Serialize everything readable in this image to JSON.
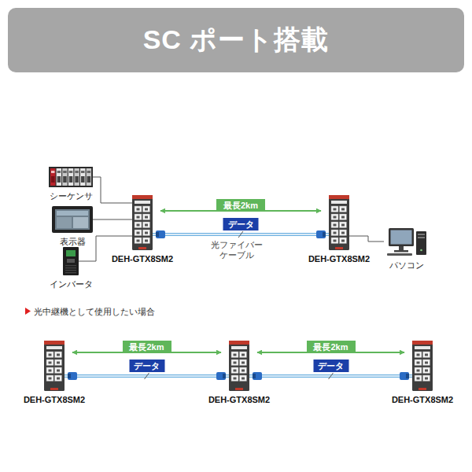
{
  "diagram": {
    "title": "SC ポート搭載",
    "nodes": [
      {
        "text": [
          "シーケンサ"
        ]
      },
      {
        "text": [
          "表示器"
        ]
      },
      {
        "text": [
          "インバータ"
        ]
      },
      {
        "text": [
          "DEH-GTX8SM2"
        ]
      },
      {
        "text": [
          "DEH-GTX8SM2"
        ]
      },
      {
        "text": [
          "パソコン"
        ]
      },
      {
        "text": [
          "DEH-GTX8SM2"
        ]
      },
      {
        "text": [
          "DEH-GTX8SM2"
        ]
      },
      {
        "text": [
          "DEH-GTX8SM2"
        ]
      }
    ],
    "edges": [
      {
        "from": 0,
        "to": 3,
        "arrow": "none"
      },
      {
        "from": 1,
        "to": 3,
        "arrow": "none"
      },
      {
        "from": 2,
        "to": 3,
        "arrow": "none"
      },
      {
        "from": 3,
        "to": 4,
        "label": "最長2km",
        "arrow": "both"
      },
      {
        "from": 3,
        "to": 4,
        "label": "データ",
        "arrow": "none"
      },
      {
        "from": 4,
        "to": 5,
        "arrow": "none"
      },
      {
        "from": 6,
        "to": 7,
        "label": "最長2km",
        "arrow": "both"
      },
      {
        "from": 6,
        "to": 7,
        "label": "データ",
        "arrow": "none"
      },
      {
        "from": 7,
        "to": 8,
        "label": "最長2km",
        "arrow": "both"
      },
      {
        "from": 7,
        "to": 8,
        "label": "データ",
        "arrow": "none"
      }
    ],
    "labels": [
      "光ファイバー ケーブル",
      "光中継機として使用したい場合"
    ]
  }
}
